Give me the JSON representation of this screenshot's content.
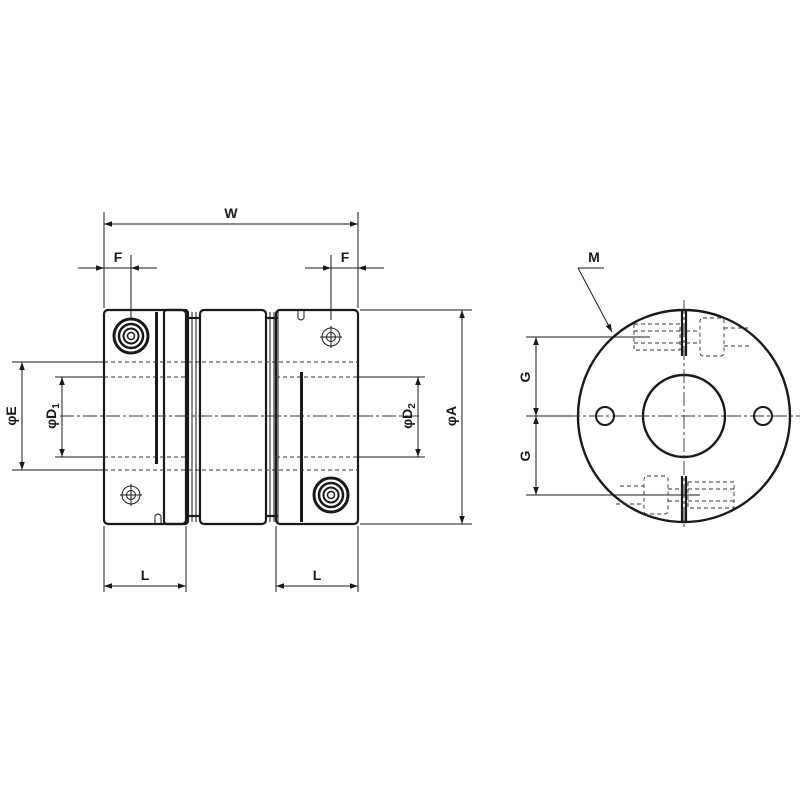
{
  "labels": {
    "overall_width": "W",
    "flange_left": "F",
    "flange_right": "F",
    "hub_left": "L",
    "hub_right": "L",
    "dia_E": "E",
    "dia_D1": "D",
    "dia_D1_sub": "1",
    "dia_D2": "D",
    "dia_D2_sub": "2",
    "dia_A": "A",
    "screw_pitch_top": "G",
    "screw_pitch_bottom": "G",
    "screw": "M",
    "phi": "φ"
  }
}
